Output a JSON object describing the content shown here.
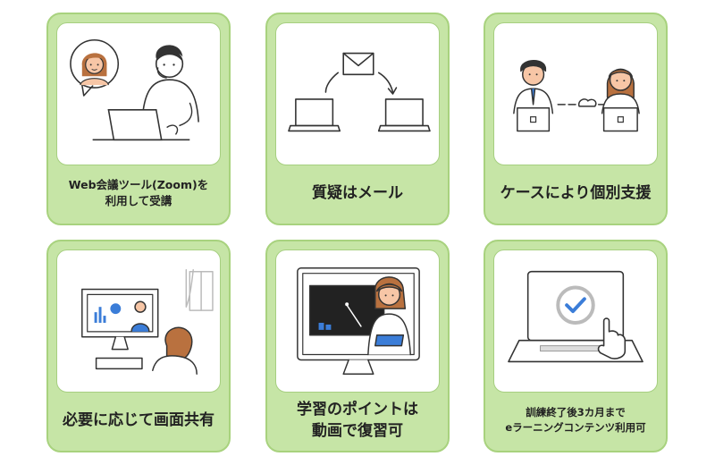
{
  "cards": [
    {
      "lines": [
        "Web会議ツール(Zoom)を",
        "利用して受講"
      ]
    },
    {
      "lines": [
        "質疑はメール"
      ]
    },
    {
      "lines": [
        "ケースにより個別支援"
      ]
    },
    {
      "lines": [
        "必要に応じて画面共有"
      ]
    },
    {
      "lines": [
        "学習のポイントは",
        "動画で復習可"
      ]
    },
    {
      "lines": [
        "訓練終了後3カ月まで",
        "eラーニングコンテンツ利用可"
      ]
    }
  ],
  "colors": {
    "card_fill": "#c6e5a6",
    "card_border": "#a8d27e",
    "accent_blue": "#3b7dd8",
    "skin": "#f7c6a6",
    "hair_brown": "#b9713f",
    "hair_dark": "#333333"
  },
  "icons": [
    "video-call-illustration",
    "email-illustration",
    "individual-support-illustration",
    "screen-share-illustration",
    "video-lecture-illustration",
    "elearning-check-illustration"
  ]
}
